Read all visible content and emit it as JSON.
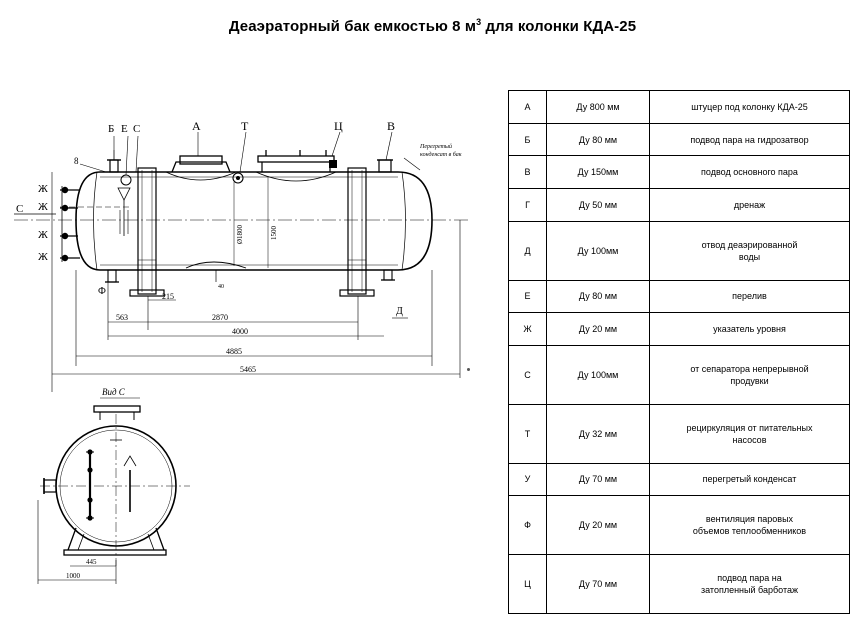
{
  "title": {
    "text": "Деаэраторный бак емкостью 8 м",
    "sup": "3",
    "suffix": " для колонки КДА-25"
  },
  "drawing": {
    "top_labels": [
      "Б",
      "Е",
      "С",
      "А",
      "Т",
      "Ц",
      "В"
    ],
    "left_labels": [
      "Ж",
      "Ж",
      "Ж",
      "Ж",
      "С"
    ],
    "corner_label": "8",
    "bottom_labels": [
      "Ф",
      "Д"
    ],
    "note_text": [
      "Перегретый",
      "конденсат в бак"
    ],
    "dims": {
      "d215": "215",
      "d563": "563",
      "d2870": "2870",
      "d4000": "4000",
      "d4885": "4885",
      "d5465": "5465",
      "d1500": "1500",
      "d1800": "Ø1800",
      "d40": "40"
    },
    "side_view": {
      "label": "Вид С",
      "dim445": "445",
      "dim1000": "1000"
    }
  },
  "table": {
    "rows": [
      {
        "code": "А",
        "size": "Ду 800 мм",
        "desc": [
          "штуцер под колонку КДА-25"
        ]
      },
      {
        "code": "Б",
        "size": "Ду 80 мм",
        "desc": [
          "подвод пара на гидрозатвор"
        ]
      },
      {
        "code": "В",
        "size": "Ду 150мм",
        "desc": [
          "подвод основного пара"
        ]
      },
      {
        "code": "Г",
        "size": "Ду 50 мм",
        "desc": [
          "дренаж"
        ]
      },
      {
        "code": "Д",
        "size": "Ду 100мм",
        "desc": [
          "отвод деаэрированной",
          "воды"
        ]
      },
      {
        "code": "Е",
        "size": "Ду 80 мм",
        "desc": [
          "перелив"
        ]
      },
      {
        "code": "Ж",
        "size": "Ду 20 мм",
        "desc": [
          "указатель уровня"
        ]
      },
      {
        "code": "С",
        "size": "Ду 100мм",
        "desc": [
          "от сепаратора непрерывной",
          "продувки"
        ]
      },
      {
        "code": "Т",
        "size": "Ду 32 мм",
        "desc": [
          "рециркуляция от питательных",
          "насосов"
        ]
      },
      {
        "code": "У",
        "size": "Ду 70 мм",
        "desc": [
          "перегретый конденсат"
        ]
      },
      {
        "code": "Ф",
        "size": "Ду 20 мм",
        "desc": [
          "вентиляция паровых",
          "объемов теплообменников"
        ]
      },
      {
        "code": "Ц",
        "size": "Ду 70 мм",
        "desc": [
          "подвод пара на",
          "затопленный барботаж"
        ]
      }
    ]
  }
}
